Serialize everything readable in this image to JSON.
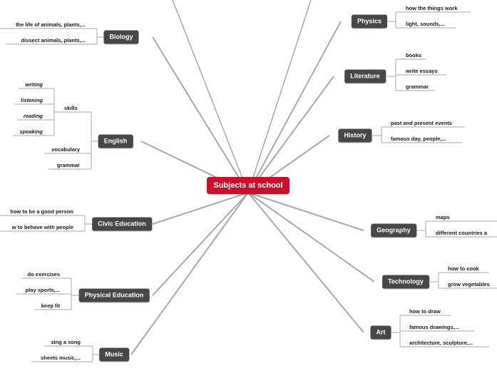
{
  "center": {
    "label": "Subjects at school"
  },
  "colors": {
    "root": "#c8102e",
    "branch": "#474747",
    "line": "#a9a9a9",
    "text": "#1a1a1a"
  },
  "branches": {
    "biology": {
      "label": "Biology",
      "items": [
        "the life of animals, plants,...",
        "dissect animals, plants,..."
      ]
    },
    "english": {
      "label": "English",
      "skills_label": "skills",
      "skills": [
        "writing",
        "listening",
        "reading",
        "speaking"
      ],
      "items": [
        "vocabulary",
        "grammar"
      ]
    },
    "civic": {
      "label": "Civic Education",
      "items": [
        "how to be a good person",
        "w to behave with people"
      ]
    },
    "pe": {
      "label": "Physical Education",
      "items": [
        "do exercises",
        "play sports,...",
        "keep fit"
      ]
    },
    "music": {
      "label": "Music",
      "items": [
        "sing a song",
        "sheets music,..."
      ]
    },
    "physics": {
      "label": "Physics",
      "items": [
        "how the things work",
        "light, sounds,..."
      ]
    },
    "literature": {
      "label": "Literature",
      "items": [
        "books",
        "write essays",
        "grammar"
      ]
    },
    "history": {
      "label": "History",
      "items": [
        "past and present events",
        "famous day, people,..."
      ]
    },
    "geography": {
      "label": "Geography",
      "items": [
        "maps",
        "different countries a"
      ]
    },
    "technology": {
      "label": "Technology",
      "items": [
        "how to cook",
        "grow vegetables"
      ]
    },
    "art": {
      "label": "Art",
      "items": [
        "how to draw",
        "famous drawings,...",
        "architecture, sculpture,..."
      ]
    }
  }
}
